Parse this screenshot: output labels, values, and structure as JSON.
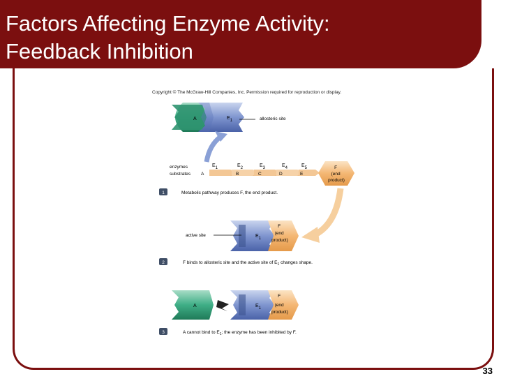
{
  "slide": {
    "title_line1": "Factors Affecting Enzyme Activity:",
    "title_line2": "Feedback Inhibition",
    "number": "33"
  },
  "figure": {
    "copyright": "Copyright © The McGraw-Hill Companies, Inc. Permission required for reproduction or display.",
    "top": {
      "substrate": "A",
      "enzyme": "E",
      "enzyme_sub": "1",
      "allosteric_label": "allosteric site"
    },
    "pathway": {
      "enzymes_label": "enzymes",
      "substrates_label": "substrates",
      "enzymes": [
        {
          "name": "E",
          "sub": "1"
        },
        {
          "name": "E",
          "sub": "2"
        },
        {
          "name": "E",
          "sub": "3"
        },
        {
          "name": "E",
          "sub": "4"
        },
        {
          "name": "E",
          "sub": "5"
        }
      ],
      "substrates": [
        "A",
        "B",
        "C",
        "D",
        "E"
      ],
      "end_product": [
        "F",
        "(end",
        "product)"
      ]
    },
    "steps": [
      {
        "num": "1",
        "text": "Metabolic pathway produces F, the end product."
      },
      {
        "num": "2",
        "text_pre": "F binds to allosteric site and the active site of E",
        "text_sub": "1",
        "text_post": " changes shape."
      },
      {
        "num": "3",
        "text_pre": "A cannot bind to E",
        "text_sub": "1",
        "text_post": "; the enzyme has been inhibited by F."
      }
    ],
    "middle": {
      "active_site_label": "active site",
      "enzyme": "E",
      "enzyme_sub": "1",
      "product": [
        "F",
        "(end",
        "product)"
      ]
    },
    "bottom": {
      "substrate": "A",
      "enzyme": "E",
      "enzyme_sub": "1",
      "product": [
        "F",
        "(end",
        "product)"
      ]
    }
  }
}
